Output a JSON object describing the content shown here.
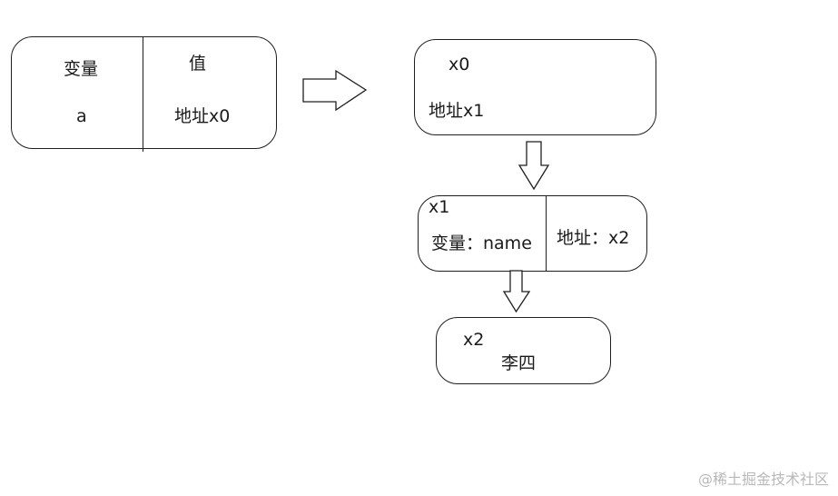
{
  "stack_box": {
    "header_variable": "变量",
    "header_value": "值",
    "variable_name": "a",
    "variable_value": "地址x0"
  },
  "object_x0": {
    "label": "x0",
    "content": "地址x1"
  },
  "object_x1": {
    "label": "x1",
    "property": "变量：name",
    "value": "地址：x2"
  },
  "object_x2": {
    "label": "x2",
    "content": "李四"
  },
  "watermark": "@稀土掘金技术社区",
  "colors": {
    "stroke": "#1f1f1f",
    "text": "#1a1a1a",
    "watermark": "#b8b8b8",
    "background": "#ffffff"
  }
}
